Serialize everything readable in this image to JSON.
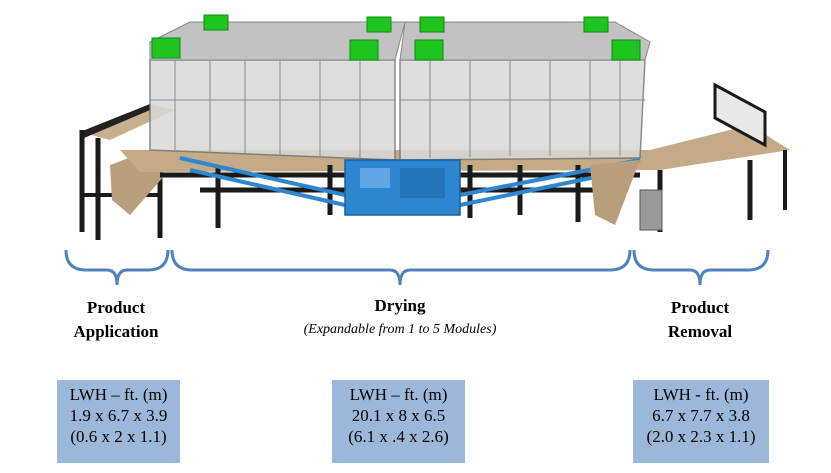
{
  "sections": [
    {
      "title_line1": "Product",
      "title_line2": "Application",
      "spec": {
        "header": "LWH – ft. (m)",
        "imperial": "1.9 x 6.7 x 3.9",
        "metric": "(0.6 x 2 x 1.1)"
      }
    },
    {
      "title_line1": "Drying",
      "subtitle": "(Expandable from 1 to 5 Modules)",
      "spec": {
        "header": "LWH – ft. (m)",
        "imperial": "20.1 x 8 x 6.5",
        "metric": "(6.1 x .4 x 2.6)"
      }
    },
    {
      "title_line1": "Product",
      "title_line2": "Removal",
      "spec": {
        "header": "LWH - ft. (m)",
        "imperial": "6.7 x 7.7 x 3.8",
        "metric": "(2.0 x 2.3 x 1.1)"
      }
    }
  ],
  "colors": {
    "brace": "#4f81bd",
    "spec_box": "#9bb7d9",
    "lamp": "#1ec51e",
    "blower": "#2f86d0",
    "frame": "#1a1a1a"
  }
}
